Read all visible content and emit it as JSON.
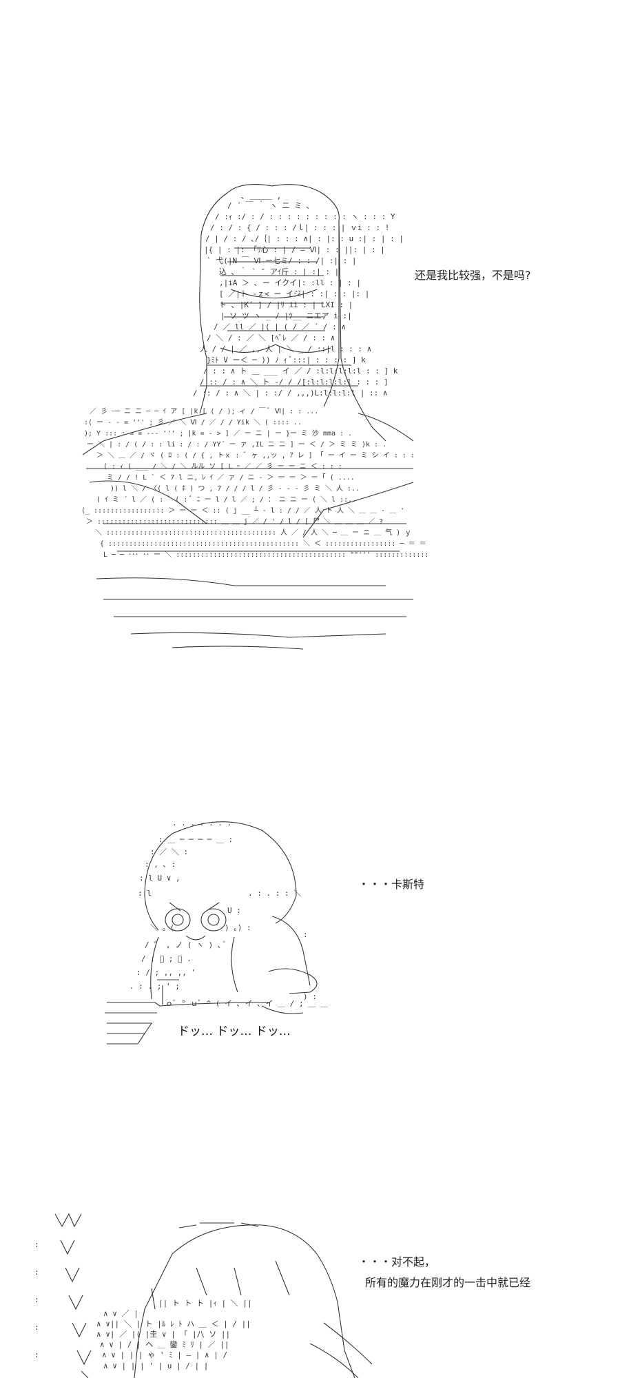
{
  "panels": [
    {
      "id": "panel-1",
      "caption": "还是我比较强，不是吗?",
      "art": "ascii-art-girl-with-long-hair-sitting"
    },
    {
      "id": "panel-2",
      "caption": "・・・卡斯特",
      "sound_effect": "ドッ… ドッ… ドッ…",
      "art": "ascii-art-crying-chibi-character"
    },
    {
      "id": "panel-3",
      "caption_lines": [
        "・・・对不起，",
        "所有的魔力在刚才的一击中就已经"
      ],
      "art": "ascii-art-character-partial"
    }
  ]
}
